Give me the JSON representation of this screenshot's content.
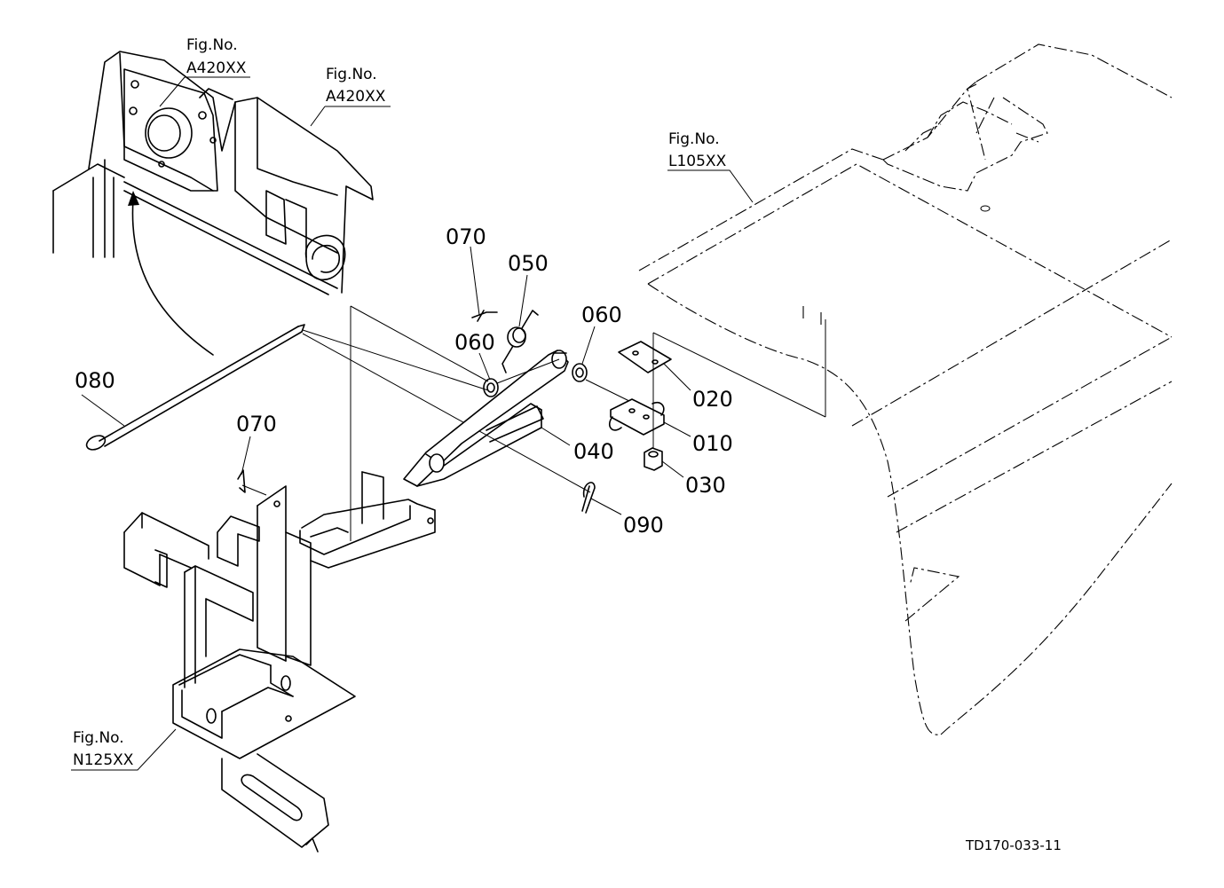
{
  "parts": [
    {
      "id": "p010",
      "label": "010"
    },
    {
      "id": "p020",
      "label": "020"
    },
    {
      "id": "p030",
      "label": "030"
    },
    {
      "id": "p040",
      "label": "040"
    },
    {
      "id": "p050",
      "label": "050"
    },
    {
      "id": "p060a",
      "label": "060"
    },
    {
      "id": "p060b",
      "label": "060"
    },
    {
      "id": "p070a",
      "label": "070"
    },
    {
      "id": "p070b",
      "label": "070"
    },
    {
      "id": "p080",
      "label": "080"
    },
    {
      "id": "p090",
      "label": "090"
    }
  ],
  "figure_refs": [
    {
      "prefix": "Fig.No.",
      "code": "A420XX"
    },
    {
      "prefix": "Fig.No.",
      "code": "A420XX"
    },
    {
      "prefix": "Fig.No.",
      "code": "L105XX"
    },
    {
      "prefix": "Fig.No.",
      "code": "N125XX"
    }
  ],
  "drawing_number": "TD170-033-11"
}
